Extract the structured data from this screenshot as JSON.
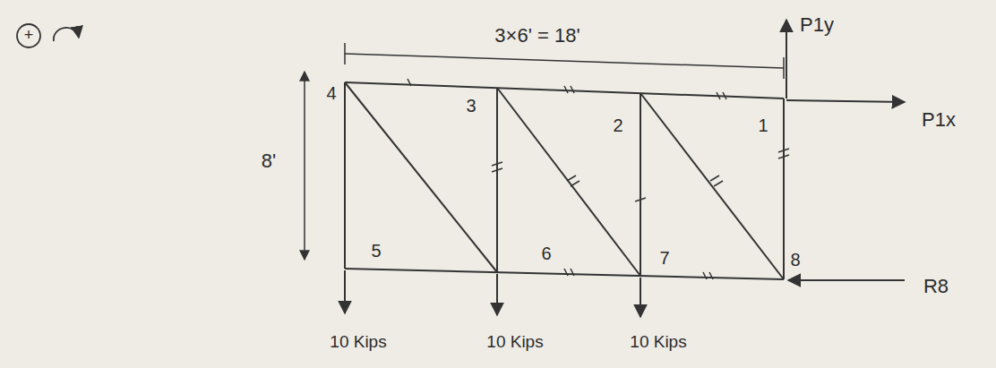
{
  "diagram": {
    "labels": [
      "+",
      "3×6' = 18'",
      "8'",
      "4",
      "3",
      "2",
      "1",
      "5",
      "6",
      "7",
      "8",
      "P1y",
      "P1x",
      "R8",
      "10 Kips",
      "10 Kips",
      "10 Kips"
    ]
  }
}
